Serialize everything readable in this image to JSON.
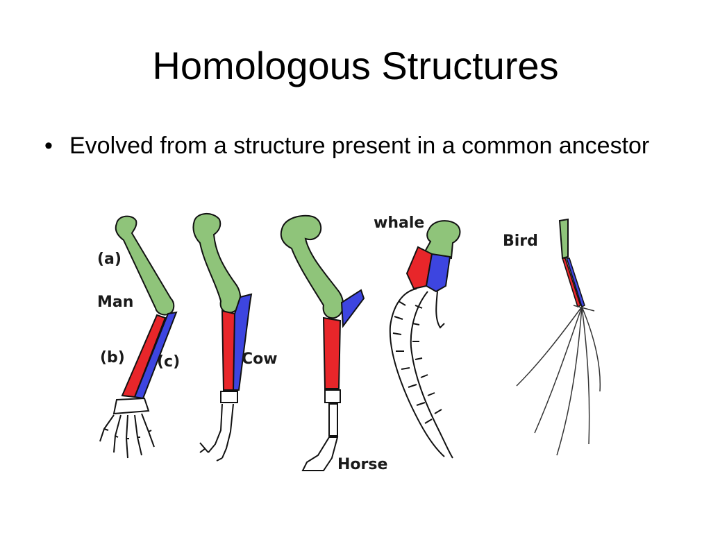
{
  "slide": {
    "title": "Homologous Structures",
    "bullets": [
      {
        "marker": "•",
        "text": "Evolved from a structure present in a common ancestor"
      }
    ]
  },
  "diagram": {
    "labels": {
      "a": "(a)",
      "man": "Man",
      "b": "(b)",
      "c": "(c)",
      "cow": "Cow",
      "whale": "whale",
      "horse": "Horse",
      "bird": "Bird"
    },
    "colors": {
      "humerus": "#8fc47a",
      "radius": "#e8262a",
      "ulna": "#3d45e0",
      "bone_outline": "#111111",
      "bird_feather": "#333333"
    }
  }
}
